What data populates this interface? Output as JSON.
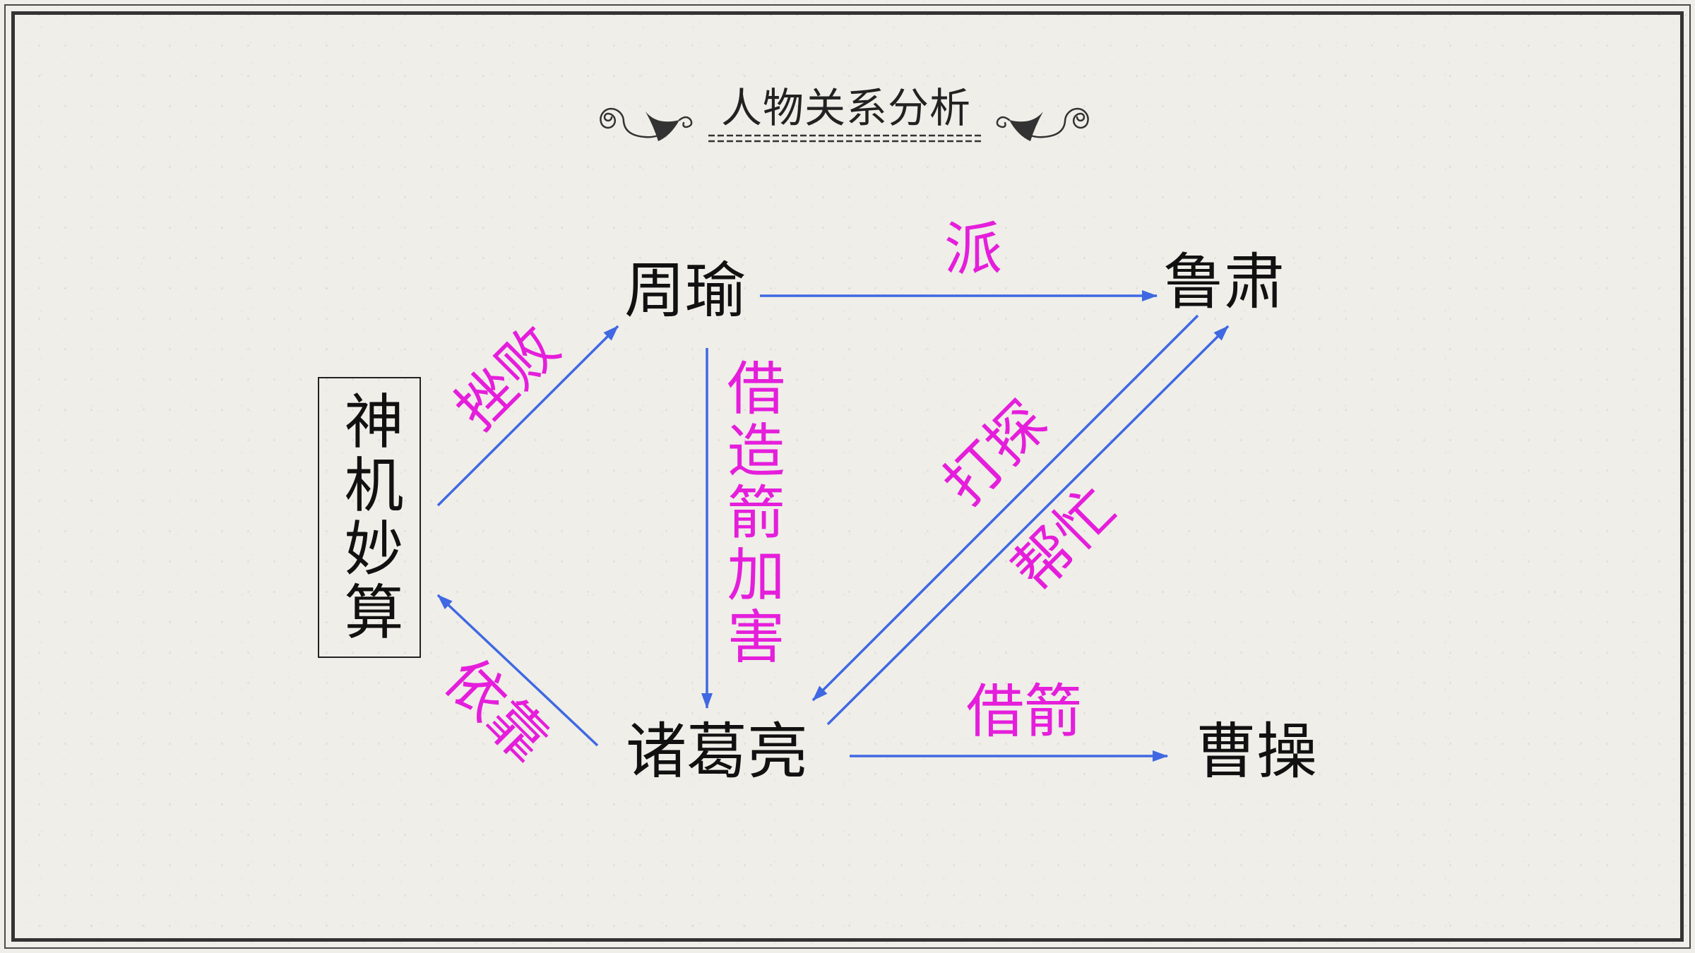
{
  "title": "人物关系分析",
  "nodes": [
    "周瑜",
    "鲁肃",
    "诸葛亮",
    "曹操",
    "神机妙算"
  ],
  "edges": [
    {
      "from": 4,
      "to": 0,
      "label": "挫败"
    },
    {
      "from": 0,
      "to": 1,
      "label": "派"
    },
    {
      "from": 0,
      "to": 2,
      "label": "借造箭加害"
    },
    {
      "from": 1,
      "to": 2,
      "label": "打探"
    },
    {
      "from": 2,
      "to": 1,
      "label": "帮忙"
    },
    {
      "from": 2,
      "to": 4,
      "label": "依靠"
    },
    {
      "from": 2,
      "to": 3,
      "label": "借箭"
    }
  ],
  "colors": {
    "background": "#efeee8",
    "arrow": "#3f68e2",
    "label": "#e51edb",
    "ink": "#111111"
  }
}
